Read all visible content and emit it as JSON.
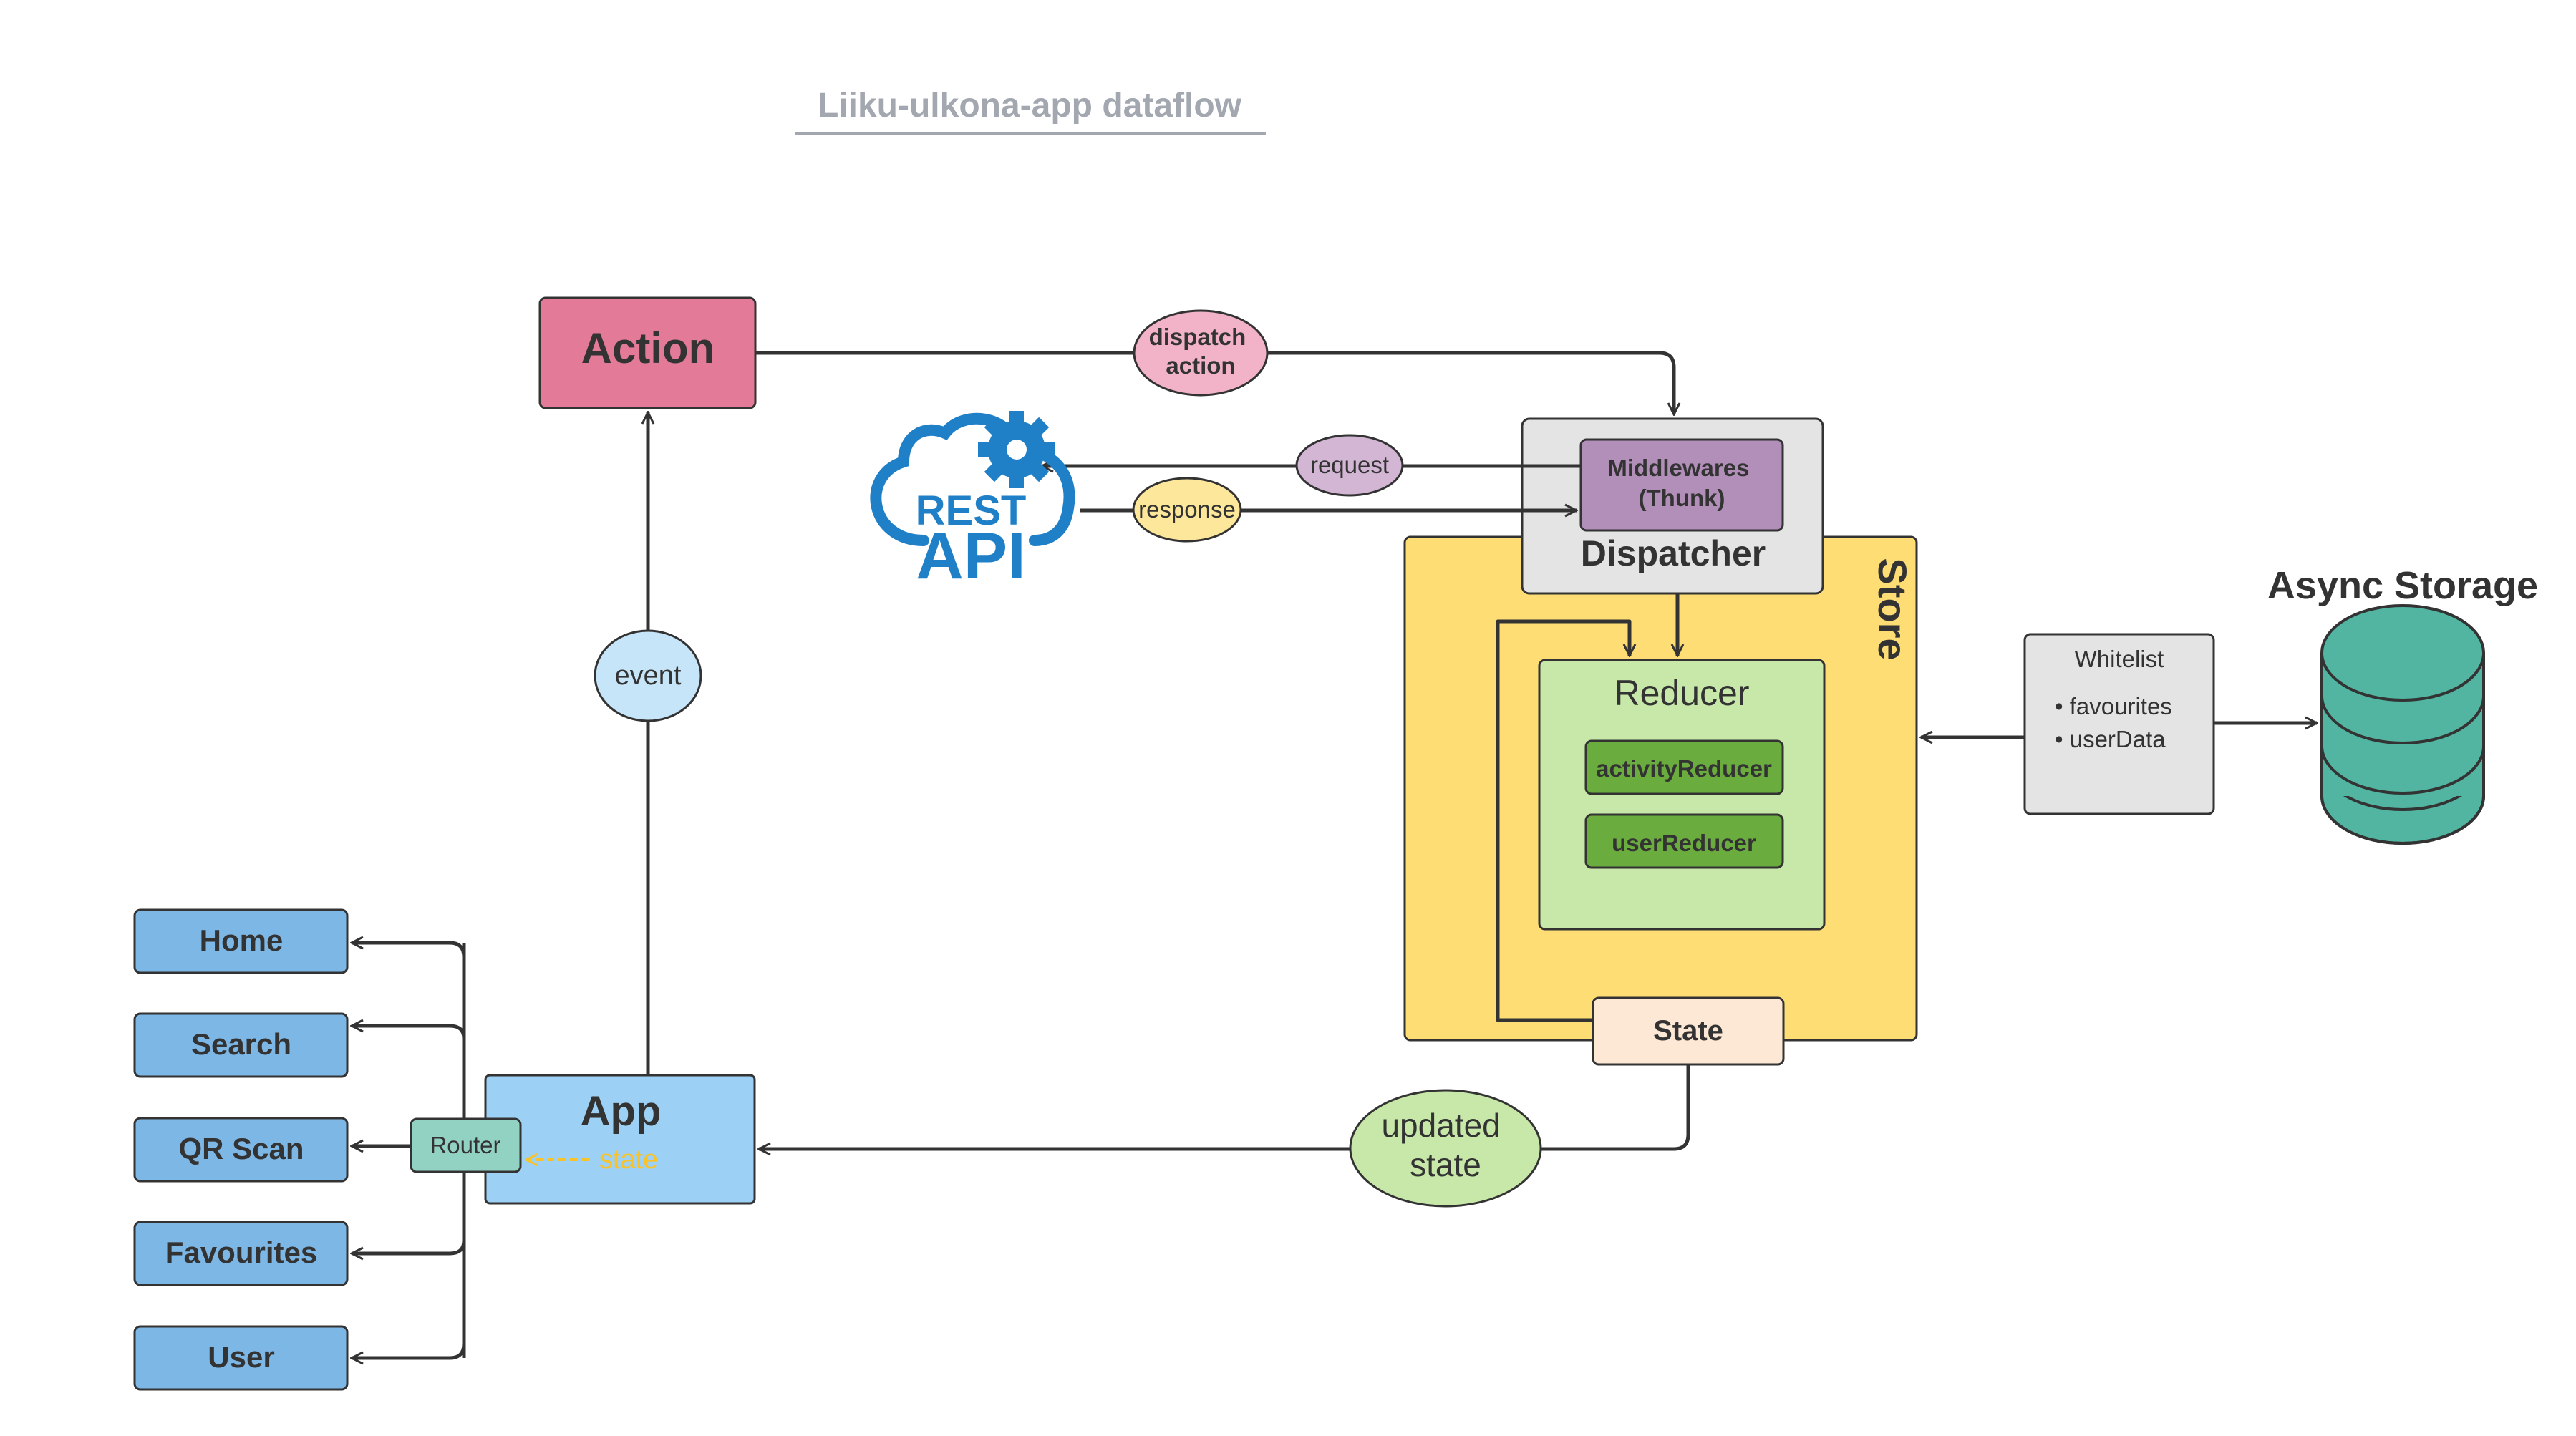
{
  "title": "Liiku-ulkona-app dataflow",
  "nodes": {
    "action": "Action",
    "dispatch_action": [
      "dispatch",
      "action"
    ],
    "request": "request",
    "response": "response",
    "rest_api": [
      "REST",
      "API"
    ],
    "middlewares": [
      "Middlewares",
      "(Thunk)"
    ],
    "dispatcher": "Dispatcher",
    "store": "Store",
    "reducer": "Reducer",
    "activity_reducer": "activityReducer",
    "user_reducer": "userReducer",
    "state": "State",
    "updated_state": [
      "updated",
      "state"
    ],
    "event": "event",
    "app": "App",
    "app_state": "state",
    "router": "Router",
    "async_storage": "Async Storage",
    "whitelist": {
      "title": "Whitelist",
      "items": [
        "• favourites",
        "• userData"
      ]
    }
  },
  "routes": [
    "Home",
    "Search",
    "QR Scan",
    "Favourites",
    "User"
  ],
  "colors": {
    "action": "#e27a98",
    "dispatch_bubble": "#f2b3c8",
    "request_bubble": "#d3b5d4",
    "response_bubble": "#fde79a",
    "rest_api": "#1f7fc7",
    "dispatcher": "#e4e4e4",
    "middlewares": "#b18fb8",
    "store": "#fedd75",
    "reducer": "#c7e8a9",
    "reducer_item": "#6aac3e",
    "state": "#fde8d6",
    "updated_state": "#c7e8a9",
    "event": "#c6e5f8",
    "app": "#9cd1f5",
    "router": "#92d2c2",
    "route": "#7db7e6",
    "whitelist": "#e4e4e4",
    "database": "#52b5a2",
    "state_arrow": "#f7c32d"
  }
}
